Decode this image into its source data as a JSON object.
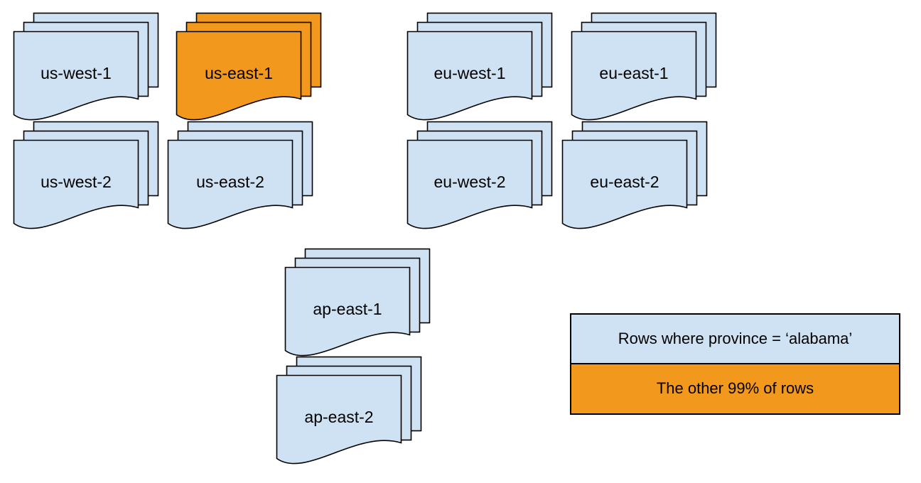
{
  "colors": {
    "page_blue": "#CFE2F3",
    "page_orange": "#F2981D",
    "outline": "#000000"
  },
  "stacks": [
    {
      "id": "us-west-1",
      "label": "us-west-1",
      "variant": "blue"
    },
    {
      "id": "us-east-1",
      "label": "us-east-1",
      "variant": "orange"
    },
    {
      "id": "eu-west-1",
      "label": "eu-west-1",
      "variant": "blue"
    },
    {
      "id": "eu-east-1",
      "label": "eu-east-1",
      "variant": "blue"
    },
    {
      "id": "us-west-2",
      "label": "us-west-2",
      "variant": "blue"
    },
    {
      "id": "us-east-2",
      "label": "us-east-2",
      "variant": "blue"
    },
    {
      "id": "eu-west-2",
      "label": "eu-west-2",
      "variant": "blue"
    },
    {
      "id": "eu-east-2",
      "label": "eu-east-2",
      "variant": "blue"
    },
    {
      "id": "ap-east-1",
      "label": "ap-east-1",
      "variant": "blue"
    },
    {
      "id": "ap-east-2",
      "label": "ap-east-2",
      "variant": "blue"
    }
  ],
  "legend": {
    "items": [
      {
        "label": "Rows where province = ‘alabama’",
        "variant": "blue"
      },
      {
        "label": "The other 99% of rows",
        "variant": "orange"
      }
    ]
  }
}
